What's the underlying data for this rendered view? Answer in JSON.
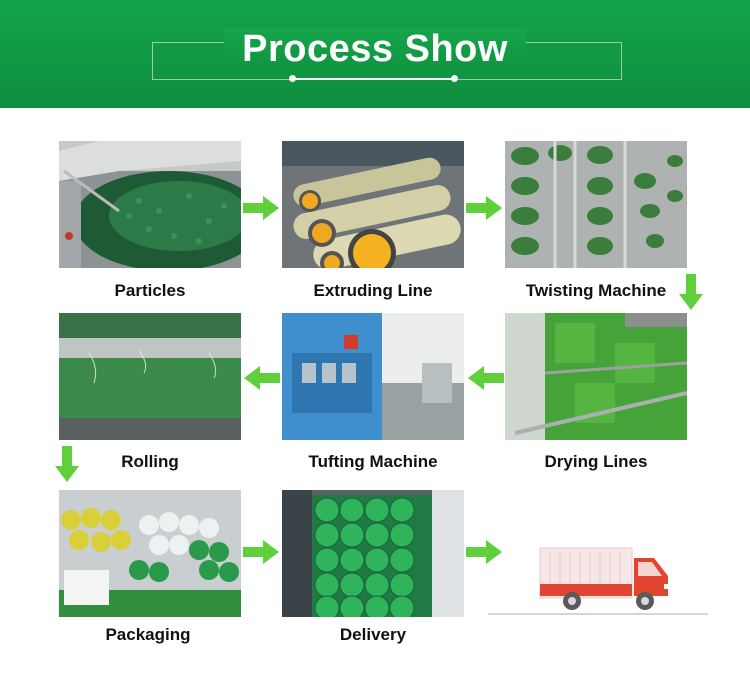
{
  "header": {
    "title": "Process Show"
  },
  "steps": [
    {
      "label": "Particles"
    },
    {
      "label": "Extruding Line"
    },
    {
      "label": "Twisting Machine"
    },
    {
      "label": "Drying Lines"
    },
    {
      "label": "Tufting Machine"
    },
    {
      "label": "Rolling"
    },
    {
      "label": "Packaging"
    },
    {
      "label": "Delivery"
    }
  ],
  "colors": {
    "accent_green": "#14a34a",
    "arrow_green": "#5fcf3c",
    "truck_red": "#e2452f"
  },
  "icons": [
    "arrow-right-icon",
    "arrow-left-icon",
    "arrow-down-icon",
    "truck-icon"
  ]
}
